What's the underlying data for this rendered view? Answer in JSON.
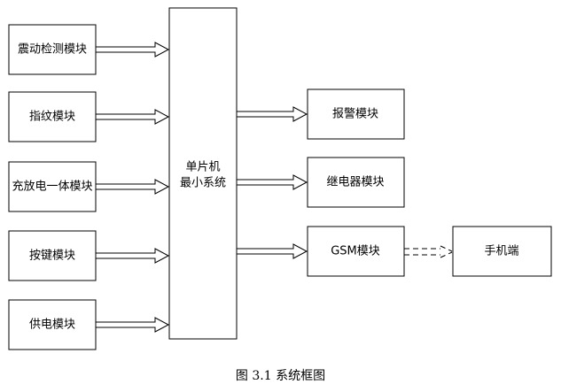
{
  "inputs": [
    "震动检测模块",
    "指纹模块",
    "充放电一体模块",
    "按键模块",
    "供电模块"
  ],
  "mcu": {
    "line1": "单片机",
    "line2": "最小系统"
  },
  "outputs": [
    "报警模块",
    "继电器模块",
    "GSM模块"
  ],
  "phone": "手机端",
  "caption": "图 3.1  系统框图"
}
